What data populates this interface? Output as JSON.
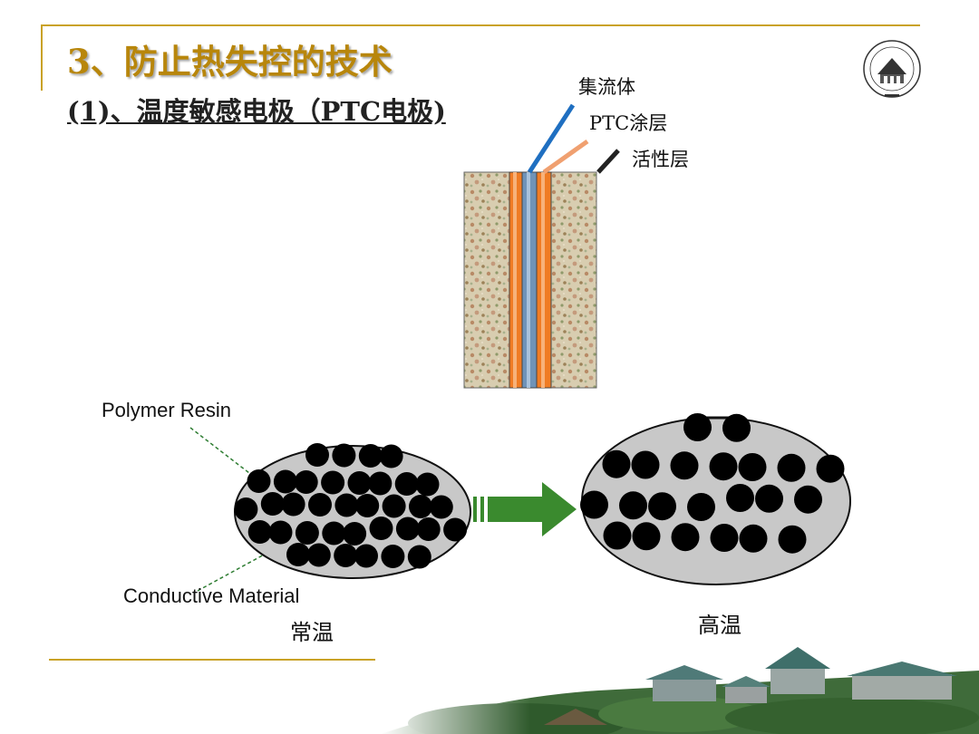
{
  "slide": {
    "title": "3、防止热失控的技术",
    "subtitle": "(1)、温度敏感电极（PTC电极)"
  },
  "electrode": {
    "labels": {
      "current_collector": "集流体",
      "ptc_coating": "PTC涂层",
      "active_layer": "活性层"
    }
  },
  "composite": {
    "polymer_resin_label": "Polymer Resin",
    "conductive_material_label": "Conductive Material",
    "normal_temp_label": "常温",
    "high_temp_label": "高温"
  },
  "colors": {
    "accent_gold": "#c9a227",
    "title_color": "#b8860b",
    "arrow_green": "#3a8a2e",
    "ptc_orange": "#f07c24",
    "collector_blue": "#6f93b8",
    "particle_black": "#000000",
    "resin_gray": "#c8c8c8"
  },
  "logo": {
    "icon": "wuhan-university-seal-icon"
  }
}
